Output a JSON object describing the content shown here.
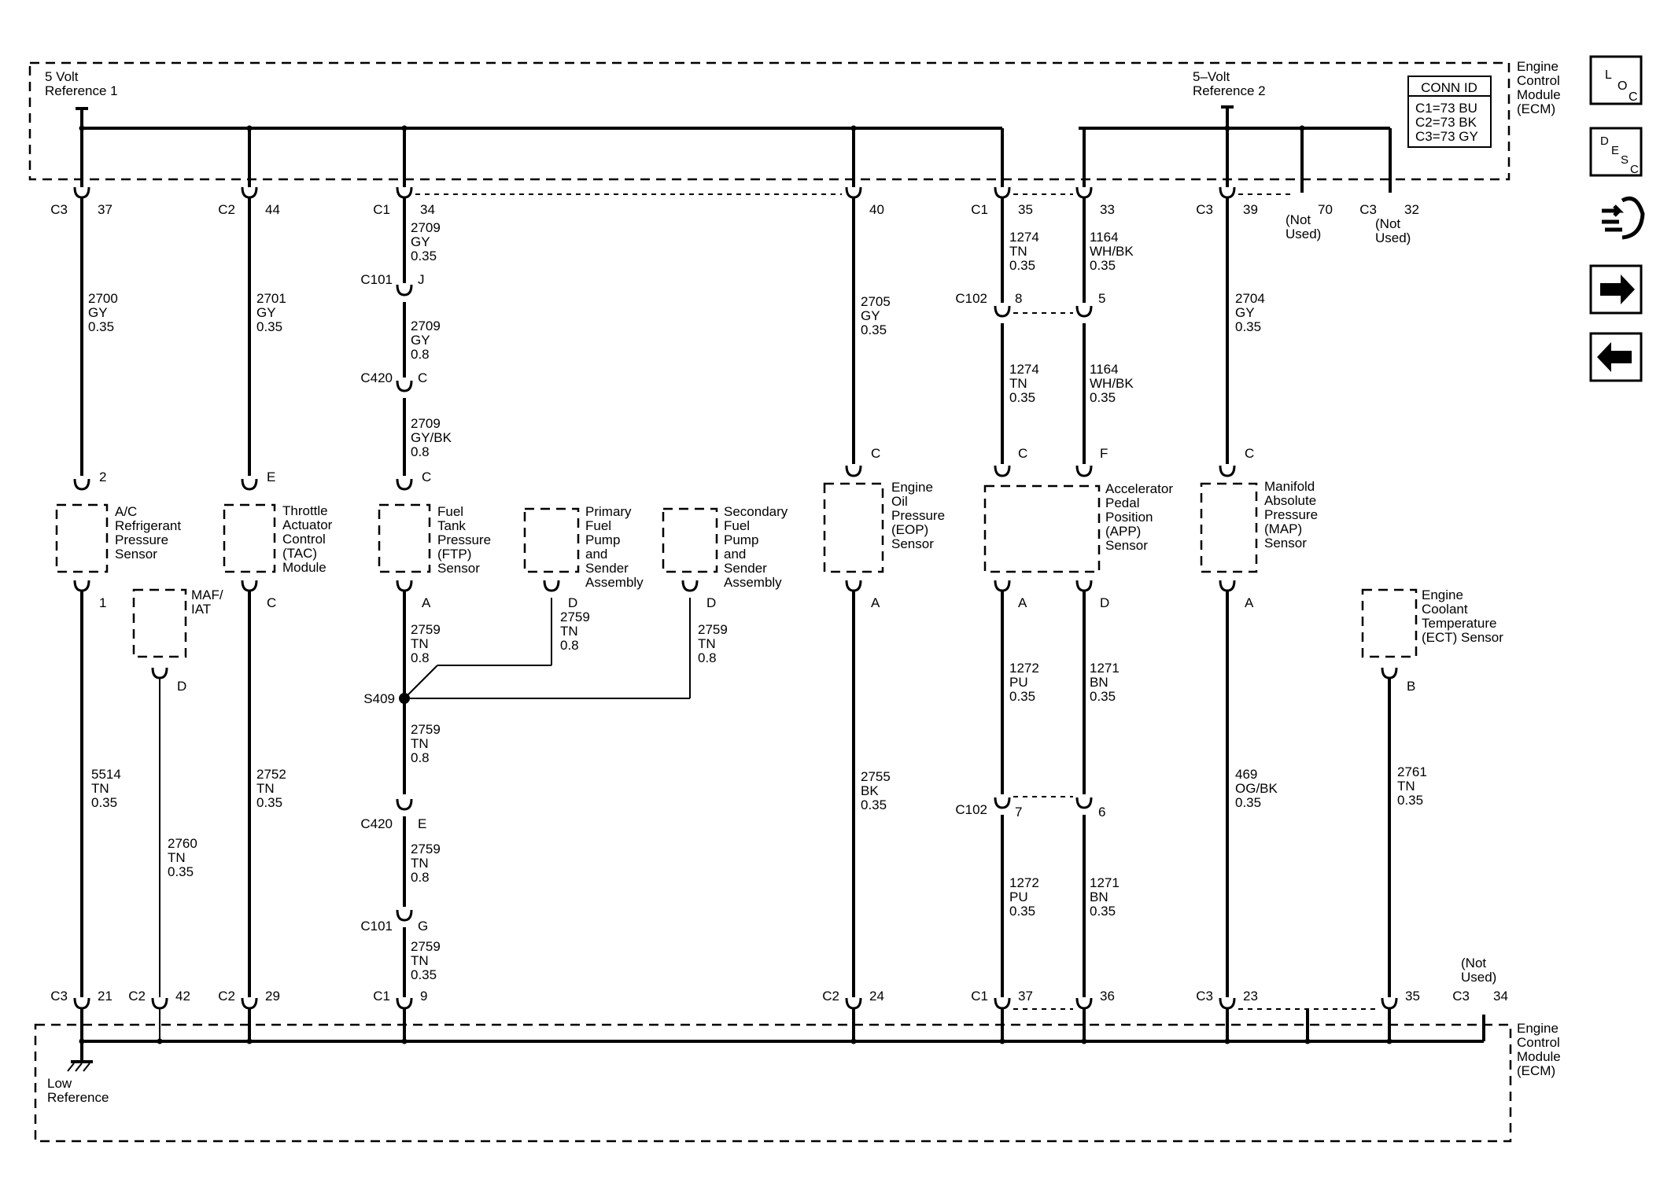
{
  "ecm_top": {
    "label": [
      "Engine",
      "Control",
      "Module",
      "(ECM)"
    ]
  },
  "ecm_bottom": {
    "label": [
      "Engine",
      "Control",
      "Module",
      "(ECM)"
    ]
  },
  "refs": {
    "ref1": [
      "5 Volt",
      "Reference 1"
    ],
    "ref2": [
      "5–Volt",
      "Reference 2"
    ],
    "low": [
      "Low",
      "Reference"
    ]
  },
  "conn_id": {
    "title": "CONN ID",
    "lines": [
      "C1=73 BU",
      "C2=73 BK",
      "C3=73 GY"
    ]
  },
  "not_used": {
    "t1": [
      "(Not",
      "Used)"
    ],
    "t2": [
      "(Not",
      "Used)"
    ],
    "b1": [
      "(Not",
      "Used)"
    ]
  },
  "top_pins": [
    {
      "conn": "C3",
      "pin": "37"
    },
    {
      "conn": "C2",
      "pin": "44"
    },
    {
      "conn": "C1",
      "pin": "34"
    },
    {
      "conn": "",
      "pin": "40"
    },
    {
      "conn": "C1",
      "pin": "35"
    },
    {
      "conn": "",
      "pin": "33"
    },
    {
      "conn": "C3",
      "pin": "39"
    },
    {
      "conn": "",
      "pin": "70"
    },
    {
      "conn": "C3",
      "pin": "32"
    }
  ],
  "bottom_pins": [
    {
      "conn": "C3",
      "pin": "21"
    },
    {
      "conn": "C2",
      "pin": "42"
    },
    {
      "conn": "C2",
      "pin": "29"
    },
    {
      "conn": "C1",
      "pin": "9"
    },
    {
      "conn": "C2",
      "pin": "24"
    },
    {
      "conn": "C1",
      "pin": "37"
    },
    {
      "conn": "",
      "pin": "36"
    },
    {
      "conn": "C3",
      "pin": "23"
    },
    {
      "conn": "",
      "pin": "35"
    },
    {
      "conn": "C3",
      "pin": "34"
    }
  ],
  "wires": {
    "w2700": [
      "2700",
      "GY",
      "0.35"
    ],
    "w2701": [
      "2701",
      "GY",
      "0.35"
    ],
    "w2709a": [
      "2709",
      "GY",
      "0.35"
    ],
    "w2709b": [
      "2709",
      "GY",
      "0.8"
    ],
    "w2709c": [
      "2709",
      "GY/BK",
      "0.8"
    ],
    "w2705": [
      "2705",
      "GY",
      "0.35"
    ],
    "w1274a": [
      "1274",
      "TN",
      "0.35"
    ],
    "w1274b": [
      "1274",
      "TN",
      "0.35"
    ],
    "w1164a": [
      "1164",
      "WH/BK",
      "0.35"
    ],
    "w1164b": [
      "1164",
      "WH/BK",
      "0.35"
    ],
    "w2704": [
      "2704",
      "GY",
      "0.35"
    ],
    "w5514": [
      "5514",
      "TN",
      "0.35"
    ],
    "w2760": [
      "2760",
      "TN",
      "0.35"
    ],
    "w2752": [
      "2752",
      "TN",
      "0.35"
    ],
    "w2759a": [
      "2759",
      "TN",
      "0.8"
    ],
    "w2759d1": [
      "2759",
      "TN",
      "0.8"
    ],
    "w2759d2": [
      "2759",
      "TN",
      "0.8"
    ],
    "w2759b": [
      "2759",
      "TN",
      "0.8"
    ],
    "w2759c": [
      "2759",
      "TN",
      "0.8"
    ],
    "w2759e": [
      "2759",
      "TN",
      "0.35"
    ],
    "w2755": [
      "2755",
      "BK",
      "0.35"
    ],
    "w1272a": [
      "1272",
      "PU",
      "0.35"
    ],
    "w1272b": [
      "1272",
      "PU",
      "0.35"
    ],
    "w1271a": [
      "1271",
      "BN",
      "0.35"
    ],
    "w1271b": [
      "1271",
      "BN",
      "0.35"
    ],
    "w469": [
      "469",
      "OG/BK",
      "0.35"
    ],
    "w2761": [
      "2761",
      "TN",
      "0.35"
    ]
  },
  "inline": {
    "c101j": {
      "conn": "C101",
      "pin": "J"
    },
    "c420c": {
      "conn": "C420",
      "pin": "C"
    },
    "c102_8": {
      "conn": "C102",
      "pin": "8"
    },
    "c102_5": {
      "pin": "5"
    },
    "c420e": {
      "conn": "C420",
      "pin": "E"
    },
    "c101g": {
      "conn": "C101",
      "pin": "G"
    },
    "c102_7": {
      "conn": "C102",
      "pin": "7"
    },
    "c102_6": {
      "pin": "6"
    },
    "s409": "S409"
  },
  "components": {
    "ac": {
      "label": [
        "A/C",
        "Refrigerant",
        "Pressure",
        "Sensor"
      ],
      "pin_top": "2",
      "pin_bottom": "1"
    },
    "tac": {
      "label": [
        "Throttle",
        "Actuator",
        "Control",
        "(TAC)",
        "Module"
      ],
      "pin_top": "E",
      "pin_bottom": "C"
    },
    "maf": {
      "label": [
        "MAF/",
        "IAT"
      ],
      "pin_bottom": "D"
    },
    "ftp": {
      "label": [
        "Fuel",
        "Tank",
        "Pressure",
        "(FTP)",
        "Sensor"
      ],
      "pin_top": "C",
      "pin_bottom": "A"
    },
    "ppump": {
      "label": [
        "Primary",
        "Fuel",
        "Pump",
        "and",
        "Sender",
        "Assembly"
      ],
      "pin_bottom": "D"
    },
    "spump": {
      "label": [
        "Secondary",
        "Fuel",
        "Pump",
        "and",
        "Sender",
        "Assembly"
      ],
      "pin_bottom": "D"
    },
    "eop": {
      "label": [
        "Engine",
        "Oil",
        "Pressure",
        "(EOP)",
        "Sensor"
      ],
      "pin_top": "C",
      "pin_bottom": "A"
    },
    "app": {
      "label": [
        "Accelerator",
        "Pedal",
        "Position",
        "(APP)",
        "Sensor"
      ],
      "pin_top_a": "C",
      "pin_top_b": "F",
      "pin_bottom_a": "A",
      "pin_bottom_b": "D"
    },
    "map": {
      "label": [
        "Manifold",
        "Absolute",
        "Pressure",
        "(MAP)",
        "Sensor"
      ],
      "pin_top": "C",
      "pin_bottom": "A"
    },
    "ect": {
      "label": [
        "Engine",
        "Coolant",
        "Temperature",
        "(ECT) Sensor"
      ],
      "pin_bottom": "B"
    }
  },
  "nav": {
    "loc": [
      "L",
      "O",
      "C"
    ],
    "desc": [
      "D",
      "E",
      "S",
      "C"
    ],
    "icons": [
      "connector-view-icon",
      "forward-arrow-icon",
      "back-arrow-icon"
    ]
  }
}
